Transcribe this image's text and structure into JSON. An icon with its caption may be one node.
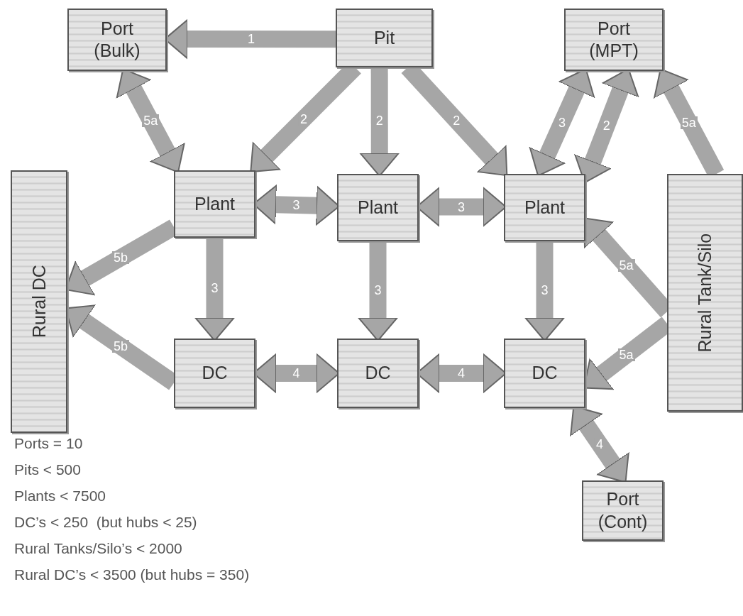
{
  "diagram": {
    "nodes": [
      {
        "text": [
          "Port (Bulk)"
        ]
      },
      {
        "text": [
          "Pit"
        ]
      },
      {
        "text": [
          "Port (MPT)"
        ]
      },
      {
        "text": [
          "Rural DC"
        ]
      },
      {
        "text": [
          "Plant"
        ]
      },
      {
        "text": [
          "Plant"
        ]
      },
      {
        "text": [
          "Plant"
        ]
      },
      {
        "text": [
          "Rural Tank/Silo"
        ]
      },
      {
        "text": [
          "DC"
        ]
      },
      {
        "text": [
          "DC"
        ]
      },
      {
        "text": [
          "DC"
        ]
      },
      {
        "text": [
          "Port (Cont)"
        ]
      }
    ],
    "edges": [
      {
        "from": 1,
        "to": 0,
        "arrow": "to",
        "label": "1"
      },
      {
        "from": 1,
        "to": 4,
        "arrow": "to",
        "label": "2"
      },
      {
        "from": 1,
        "to": 5,
        "arrow": "to",
        "label": "2"
      },
      {
        "from": 1,
        "to": 6,
        "arrow": "to",
        "label": "2"
      },
      {
        "from": 0,
        "to": 4,
        "arrow": "both",
        "label": "5a"
      },
      {
        "from": 4,
        "to": 5,
        "arrow": "both",
        "label": "3"
      },
      {
        "from": 5,
        "to": 6,
        "arrow": "both",
        "label": "3"
      },
      {
        "from": 6,
        "to": 2,
        "arrow": "both",
        "label": "3"
      },
      {
        "from": 6,
        "to": 2,
        "arrow": "both",
        "label": "2"
      },
      {
        "from": 7,
        "to": 2,
        "arrow": "to",
        "label": "5a"
      },
      {
        "from": 4,
        "to": 3,
        "arrow": "to",
        "label": "5b"
      },
      {
        "from": 4,
        "to": 8,
        "arrow": "to",
        "label": "3"
      },
      {
        "from": 5,
        "to": 9,
        "arrow": "to",
        "label": "3"
      },
      {
        "from": 6,
        "to": 10,
        "arrow": "to",
        "label": "3"
      },
      {
        "from": 7,
        "to": 6,
        "arrow": "to",
        "label": "5a"
      },
      {
        "from": 7,
        "to": 10,
        "arrow": "to",
        "label": "5a"
      },
      {
        "from": 8,
        "to": 3,
        "arrow": "to",
        "label": "5b"
      },
      {
        "from": 8,
        "to": 9,
        "arrow": "both",
        "label": "4"
      },
      {
        "from": 9,
        "to": 10,
        "arrow": "both",
        "label": "4"
      },
      {
        "from": 10,
        "to": 11,
        "arrow": "both",
        "label": "4"
      }
    ],
    "labels": [
      "Ports = 10",
      "Pits < 500",
      "Plants < 7500",
      "DC’s < 250  (but hubs < 25)",
      "Rural Tanks/Silo’s < 2000",
      "Rural DC’s < 3500 (but hubs = 350)"
    ]
  }
}
